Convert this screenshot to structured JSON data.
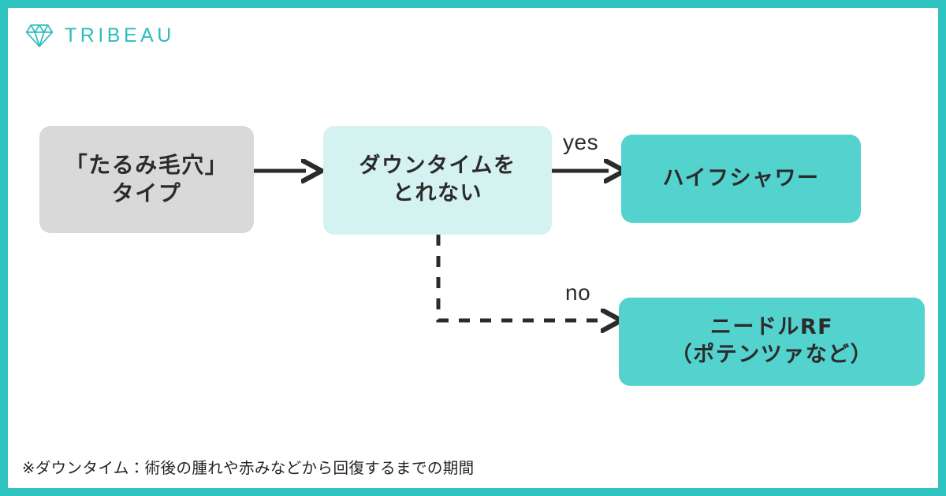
{
  "brand": {
    "name": "TRIBEAU",
    "logo_icon": "diamond-icon",
    "color": "#2fbcbc"
  },
  "frame": {
    "border_color": "#2ec4c0",
    "background": "#ffffff"
  },
  "flow": {
    "type": "decision-flowchart",
    "nodes": [
      {
        "id": "start",
        "label": "「たるみ毛穴」\nタイプ",
        "role": "start",
        "fill": "#d9d9d9"
      },
      {
        "id": "decision",
        "label": "ダウンタイムを\nとれない",
        "role": "decision",
        "fill": "#d4f2f0"
      },
      {
        "id": "outcome-yes",
        "label": "ハイフシャワー",
        "role": "outcome",
        "fill": "#53d2ce"
      },
      {
        "id": "outcome-no",
        "label": "ニードルRF\n（ポテンツァなど）",
        "role": "outcome",
        "fill": "#53d2ce"
      }
    ],
    "edges": [
      {
        "from": "start",
        "to": "decision",
        "label": "",
        "style": "solid"
      },
      {
        "from": "decision",
        "to": "outcome-yes",
        "label": "yes",
        "style": "solid"
      },
      {
        "from": "decision",
        "to": "outcome-no",
        "label": "no",
        "style": "dashed"
      }
    ],
    "edge_color": "#2b2b2b"
  },
  "footnote": {
    "text": "※ダウンタイム：術後の腫れや赤みなどから回復するまでの期間"
  }
}
